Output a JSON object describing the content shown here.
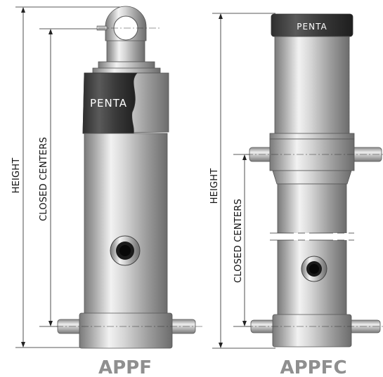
{
  "labels": {
    "appf_height": "HEIGHT",
    "appf_closed": "CLOSED CENTERS",
    "appfc_height": "HEIGHT",
    "appfc_closed": "CLOSED CENTERS",
    "appf_model": "APPF",
    "appfc_model": "APPFC",
    "appf_brand": "PENTA",
    "appfc_brand": "PENTA"
  }
}
